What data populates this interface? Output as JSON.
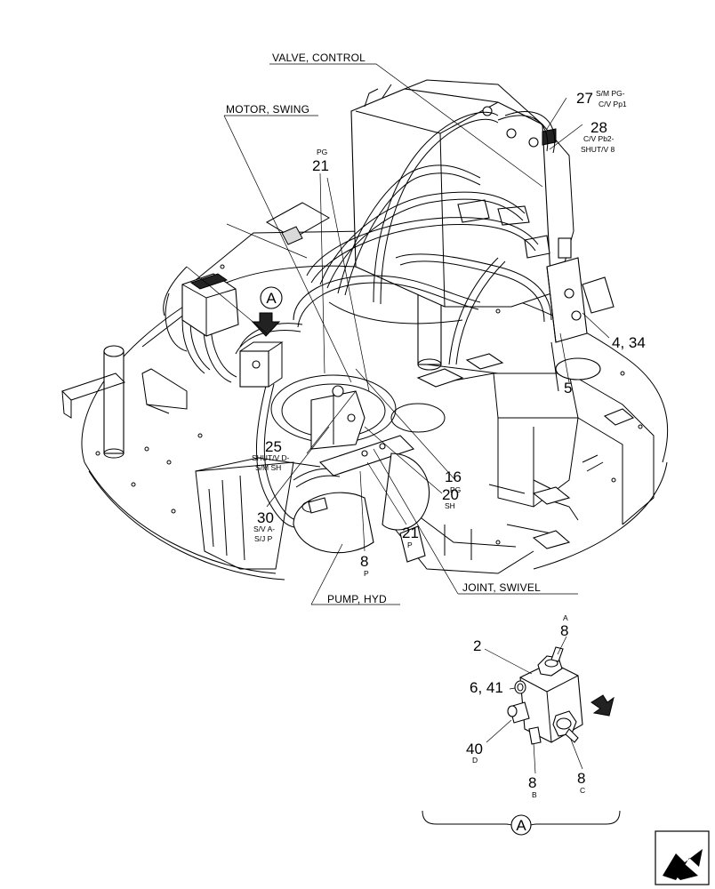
{
  "callouts": {
    "valve_control": "VALVE, CONTROL",
    "motor_swing": "MOTOR, SWING",
    "pump_hyd": "PUMP, HYD",
    "joint_swivel": "JOINT, SWIVEL",
    "item_27": "27",
    "item_27_sub1": "S/M PG-",
    "item_27_sub2": "C/V Pp1",
    "item_28": "28",
    "item_28_sub1": "C/V Pb2-",
    "item_28_sub2": "SHUT/V 8",
    "item_21_top_sup": "PG",
    "item_21_top": "21",
    "item_4_34": "4, 34",
    "item_5": "5",
    "item_25": "25",
    "item_25_sub1": "SHUT/V D-",
    "item_25_sub2": "S/M SH",
    "item_16": "16",
    "item_16_sub": "PG",
    "item_20": "20",
    "item_20_sub": "SH",
    "item_30": "30",
    "item_30_sub1": "S/V A-",
    "item_30_sub2": "S/J P",
    "item_21_bottom": "21",
    "item_21_bottom_sub": "P",
    "item_8_pump": "8",
    "item_8_pump_sub": "P",
    "detail_A_marker": "A"
  },
  "detail": {
    "item_2": "2",
    "item_8_a_sup": "A",
    "item_8_a": "8",
    "item_6_41": "6, 41",
    "item_40": "40",
    "item_40_sub": "D",
    "item_8_b": "8",
    "item_8_b_sub": "B",
    "item_8_c": "8",
    "item_8_c_sub": "C",
    "detail_label": "A"
  },
  "icons": {
    "view_arrow": "view-direction-arrow-icon",
    "navigation": "next-page-arrow-icon"
  }
}
